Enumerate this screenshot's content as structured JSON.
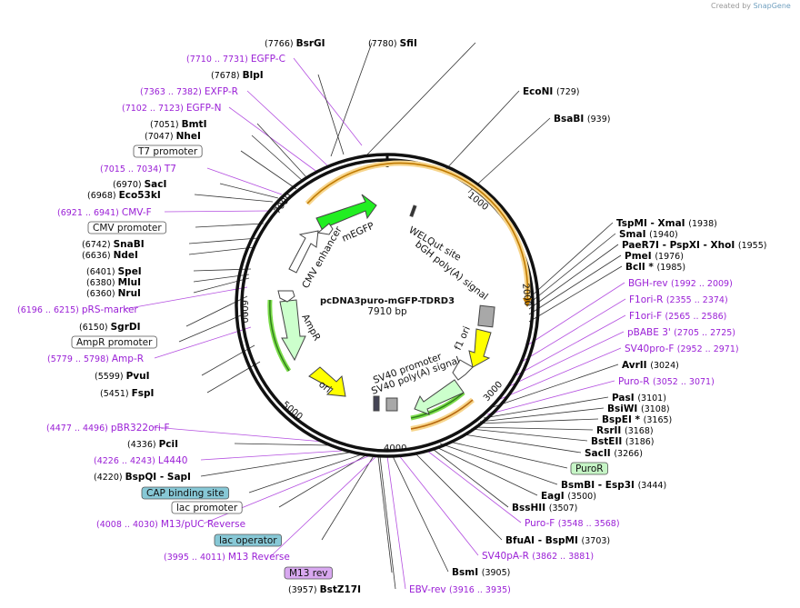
{
  "brand": {
    "prefix": "Created by",
    "name": "SnapGene"
  },
  "plasmid": {
    "name": "pcDNA3puro-mGFP-TDRD3",
    "length": "7910 bp"
  },
  "ticks": [
    "1000",
    "2000",
    "3000",
    "4000",
    "5000",
    "6000",
    "7000"
  ],
  "features": [
    {
      "label": "mEGFP",
      "color": "#22ee22"
    },
    {
      "label": "CMV enhancer",
      "color": "#ffffff"
    },
    {
      "label": "WELQut site",
      "color": "#ffffff"
    },
    {
      "label": "bGH poly(A) signal",
      "color": "#ffffff"
    },
    {
      "label": "f1 ori",
      "color": "#ffff00"
    },
    {
      "label": "SV40 promoter",
      "color": "#ffffff"
    },
    {
      "label": "SV40 poly(A) signal",
      "color": "#ffffff"
    },
    {
      "label": "ori",
      "color": "#ffff00"
    },
    {
      "label": "AmpR",
      "color": "#ccffcc"
    }
  ],
  "labels": [
    {
      "name": "BsrGI",
      "pos": "(7766)",
      "kind": "enzyme"
    },
    {
      "name": "SfiI",
      "pos": "(7780)",
      "kind": "enzyme"
    },
    {
      "name": "EcoNI",
      "pos": "(729)",
      "kind": "enzyme"
    },
    {
      "name": "BsaBI",
      "pos": "(939)",
      "kind": "enzyme"
    },
    {
      "name": "EGFP-C",
      "pos": "(7710 .. 7731)",
      "kind": "primer"
    },
    {
      "name": "BlpI",
      "pos": "(7678)",
      "kind": "enzyme"
    },
    {
      "name": "EXFP-R",
      "pos": "(7363 .. 7382)",
      "kind": "primer"
    },
    {
      "name": "EGFP-N",
      "pos": "(7102 .. 7123)",
      "kind": "primer"
    },
    {
      "name": "BmtI",
      "pos": "(7051)",
      "kind": "enzyme"
    },
    {
      "name": "NheI",
      "pos": "(7047)",
      "kind": "enzyme"
    },
    {
      "name": "T7 promoter",
      "pos": "",
      "kind": "box"
    },
    {
      "name": "T7",
      "pos": "(7015 .. 7034)",
      "kind": "primer"
    },
    {
      "name": "SacI",
      "pos": "(6970)",
      "kind": "enzyme"
    },
    {
      "name": "Eco53kI",
      "pos": "(6968)",
      "kind": "enzyme"
    },
    {
      "name": "CMV-F",
      "pos": "(6921 .. 6941)",
      "kind": "primer"
    },
    {
      "name": "CMV promoter",
      "pos": "",
      "kind": "box"
    },
    {
      "name": "SnaBI",
      "pos": "(6742)",
      "kind": "enzyme"
    },
    {
      "name": "NdeI",
      "pos": "(6636)",
      "kind": "enzyme"
    },
    {
      "name": "SpeI",
      "pos": "(6401)",
      "kind": "enzyme"
    },
    {
      "name": "MluI",
      "pos": "(6380)",
      "kind": "enzyme"
    },
    {
      "name": "NruI",
      "pos": "(6360)",
      "kind": "enzyme"
    },
    {
      "name": "pRS-marker",
      "pos": "(6196 .. 6215)",
      "kind": "primer"
    },
    {
      "name": "SgrDI",
      "pos": "(6150)",
      "kind": "enzyme"
    },
    {
      "name": "AmpR promoter",
      "pos": "",
      "kind": "box"
    },
    {
      "name": "Amp-R",
      "pos": "(5779 .. 5798)",
      "kind": "primer"
    },
    {
      "name": "PvuI",
      "pos": "(5599)",
      "kind": "enzyme"
    },
    {
      "name": "FspI",
      "pos": "(5451)",
      "kind": "enzyme"
    },
    {
      "name": "pBR322ori-F",
      "pos": "(4477 .. 4496)",
      "kind": "primer"
    },
    {
      "name": "PciI",
      "pos": "(4336)",
      "kind": "enzyme"
    },
    {
      "name": "L4440",
      "pos": "(4226 .. 4243)",
      "kind": "primer"
    },
    {
      "name": "BspQI",
      "pos": "(4220)",
      "kind": "enzyme",
      "extra": " - SapI"
    },
    {
      "name": "CAP binding site",
      "pos": "",
      "kind": "box-teal"
    },
    {
      "name": "lac promoter",
      "pos": "",
      "kind": "box"
    },
    {
      "name": "M13/pUC Reverse",
      "pos": "(4008 .. 4030)",
      "kind": "primer"
    },
    {
      "name": "lac operator",
      "pos": "",
      "kind": "box-teal"
    },
    {
      "name": "M13 Reverse",
      "pos": "(3995 .. 4011)",
      "kind": "primer"
    },
    {
      "name": "M13 rev",
      "pos": "",
      "kind": "box-violet"
    },
    {
      "name": "BstZ17I",
      "pos": "(3957)",
      "kind": "enzyme"
    },
    {
      "name": "EBV-rev",
      "pos": "(3916 .. 3935)",
      "kind": "primer"
    },
    {
      "name": "BsmI",
      "pos": "(3905)",
      "kind": "enzyme"
    },
    {
      "name": "SV40pA-R",
      "pos": "(3862 .. 3881)",
      "kind": "primer"
    },
    {
      "name": "BfuAI",
      "pos": "(3703)",
      "kind": "enzyme",
      "extra": " - BspMI"
    },
    {
      "name": "Puro-F",
      "pos": "(3548 .. 3568)",
      "kind": "primer"
    },
    {
      "name": "BssHII",
      "pos": "(3507)",
      "kind": "enzyme"
    },
    {
      "name": "EagI",
      "pos": "(3500)",
      "kind": "enzyme"
    },
    {
      "name": "BsmBI",
      "pos": "(3444)",
      "kind": "enzyme",
      "extra": " - Esp3I"
    },
    {
      "name": "PuroR",
      "pos": "",
      "kind": "box-green"
    },
    {
      "name": "SacII",
      "pos": "(3266)",
      "kind": "enzyme"
    },
    {
      "name": "BstEII",
      "pos": "(3186)",
      "kind": "enzyme"
    },
    {
      "name": "RsrII",
      "pos": "(3168)",
      "kind": "enzyme"
    },
    {
      "name": "BspEI *",
      "pos": "(3165)",
      "kind": "enzyme"
    },
    {
      "name": "BsiWI",
      "pos": "(3108)",
      "kind": "enzyme"
    },
    {
      "name": "PasI",
      "pos": "(3101)",
      "kind": "enzyme"
    },
    {
      "name": "Puro-R",
      "pos": "(3052 .. 3071)",
      "kind": "primer"
    },
    {
      "name": "AvrII",
      "pos": "(3024)",
      "kind": "enzyme"
    },
    {
      "name": "SV40pro-F",
      "pos": "(2952 .. 2971)",
      "kind": "primer"
    },
    {
      "name": "pBABE 3'",
      "pos": "(2705 .. 2725)",
      "kind": "primer"
    },
    {
      "name": "F1ori-F",
      "pos": "(2565 .. 2586)",
      "kind": "primer"
    },
    {
      "name": "F1ori-R",
      "pos": "(2355 .. 2374)",
      "kind": "primer"
    },
    {
      "name": "BGH-rev",
      "pos": "(1992 .. 2009)",
      "kind": "primer"
    },
    {
      "name": "BclI *",
      "pos": "(1985)",
      "kind": "enzyme"
    },
    {
      "name": "PmeI",
      "pos": "(1976)",
      "kind": "enzyme"
    },
    {
      "name": "PaeR7I",
      "pos": "(1955)",
      "kind": "enzyme",
      "extra": " - PspXI  - XhoI"
    },
    {
      "name": "SmaI",
      "pos": "(1940)",
      "kind": "enzyme"
    },
    {
      "name": "TspMI",
      "pos": "(1938)",
      "kind": "enzyme",
      "extra": " - XmaI"
    }
  ],
  "colors": {
    "enzyme": "#000000",
    "primer": "#9a1fd6",
    "ring": "#111111",
    "orf": "#f4b942"
  }
}
